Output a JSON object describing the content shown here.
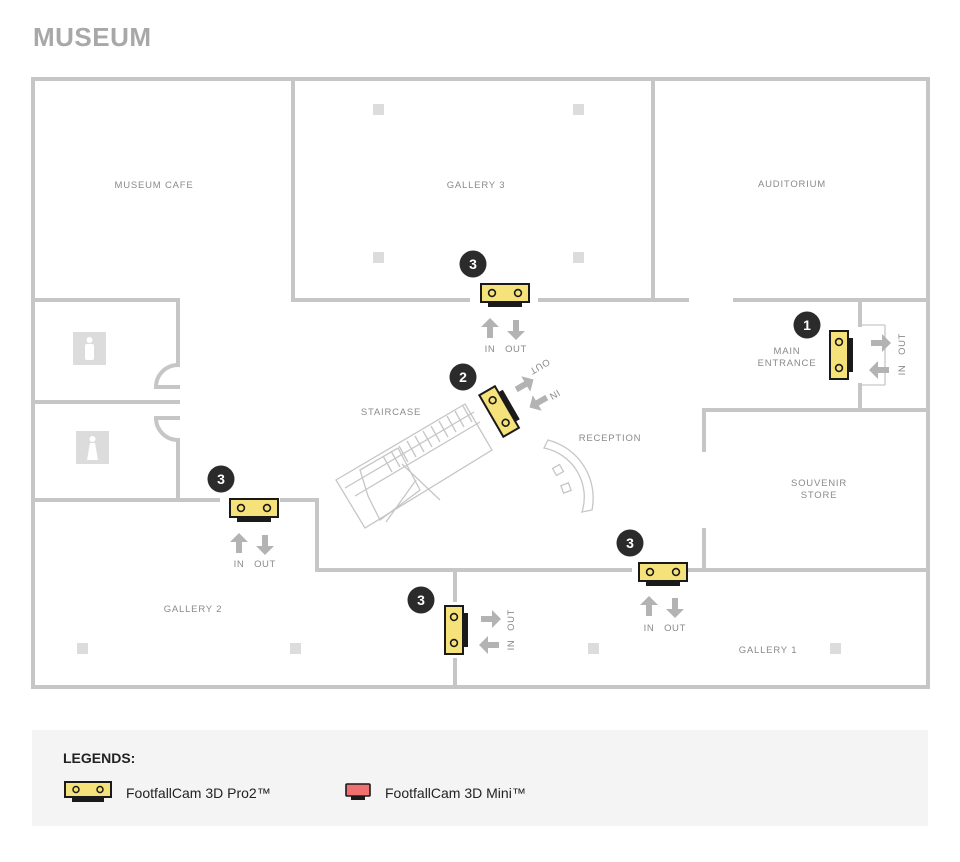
{
  "title": "MUSEUM",
  "rooms": {
    "museum_cafe": "MUSEUM CAFE",
    "gallery_3": "GALLERY 3",
    "auditorium": "AUDITORIUM",
    "main_entrance_line1": "MAIN",
    "main_entrance_line2": "ENTRANCE",
    "staircase": "STAIRCASE",
    "reception": "RECEPTION",
    "souvenir_store_line1": "SOUVENIR",
    "souvenir_store_line2": "STORE",
    "gallery_2": "GALLERY 2",
    "gallery_1": "GALLERY 1"
  },
  "flow_labels": {
    "in": "IN",
    "out": "OUT"
  },
  "badges": {
    "gallery3_door": "3",
    "reception_diag": "2",
    "main_entrance": "1",
    "gallery2_door": "3",
    "gallery2_gallery1_door": "3",
    "gallery1_door": "3"
  },
  "legend": {
    "title": "LEGENDS:",
    "items": [
      {
        "label": "FootfallCam 3D Pro2™",
        "icon": "footfallcam-pro2-icon",
        "color": "#f6e27a"
      },
      {
        "label": "FootfallCam 3D Mini™",
        "icon": "footfallcam-mini-icon",
        "color": "#f07070"
      }
    ]
  },
  "colors": {
    "wall": "#c6c6c6",
    "camera_fill": "#f6e27a",
    "camera_outline": "#1a1a1a",
    "badge": "#2b2b2b",
    "arrow": "#b3b3b3",
    "mini_fill": "#f07070"
  }
}
